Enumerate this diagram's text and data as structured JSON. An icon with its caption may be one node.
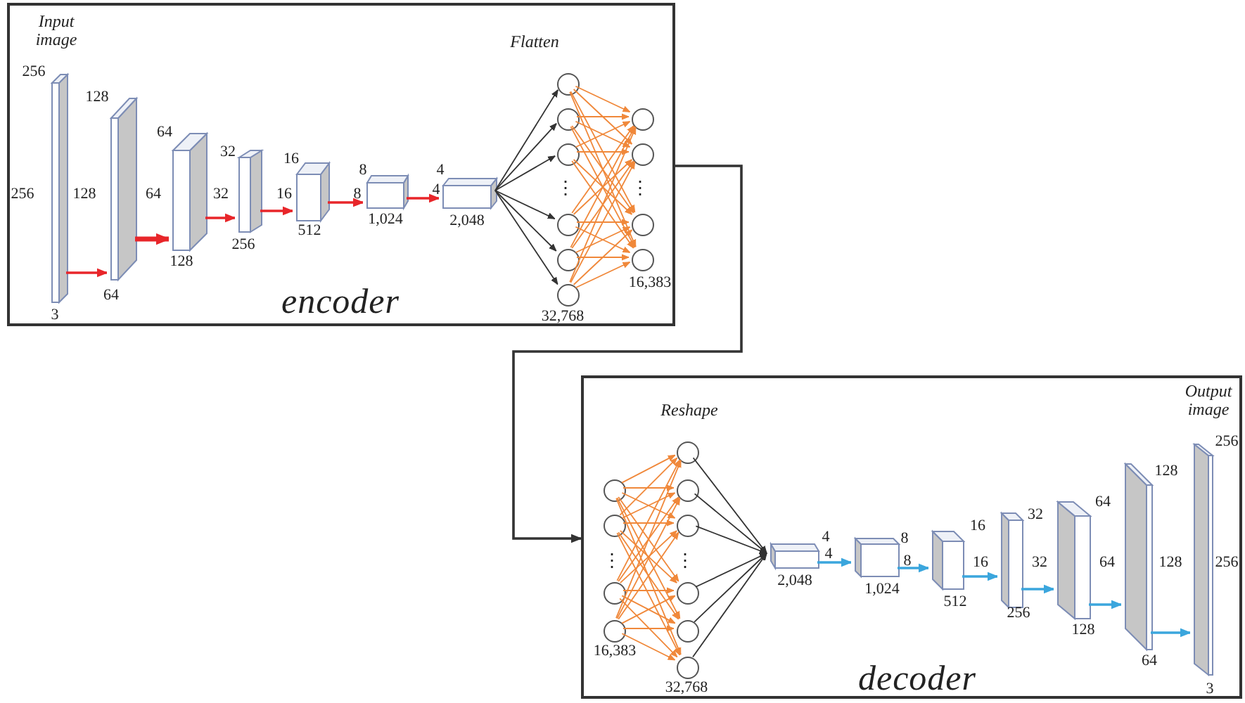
{
  "diagram": {
    "nodes": [
      {
        "text": [
          "encoder"
        ]
      },
      {
        "text": [
          "Input image"
        ],
        "in": 0,
        "beside": [
          "256",
          "256",
          "3"
        ]
      },
      {
        "text": [],
        "shape": "box",
        "in": 0,
        "beside": [
          "128",
          "128",
          "64"
        ]
      },
      {
        "text": [],
        "shape": "box",
        "in": 0,
        "beside": [
          "64",
          "64",
          "128"
        ]
      },
      {
        "text": [],
        "shape": "box",
        "in": 0,
        "beside": [
          "32",
          "32",
          "256"
        ]
      },
      {
        "text": [],
        "shape": "box",
        "in": 0,
        "beside": [
          "16",
          "16",
          "512"
        ]
      },
      {
        "text": [],
        "shape": "box",
        "in": 0,
        "beside": [
          "8",
          "8",
          "1,024"
        ]
      },
      {
        "text": [],
        "shape": "box",
        "in": 0,
        "beside": [
          "4",
          "4",
          "2,048"
        ]
      },
      {
        "text": [],
        "shape": "circle",
        "in": 0
      },
      {
        "text": [],
        "shape": "circle",
        "in": 0
      },
      {
        "text": [],
        "shape": "circle",
        "in": 0
      },
      {
        "text": [],
        "shape": "circle",
        "in": 0
      },
      {
        "text": [],
        "shape": "circle",
        "in": 0
      },
      {
        "text": [],
        "shape": "circle",
        "in": 0
      },
      {
        "text": [],
        "shape": "circle",
        "in": 0
      },
      {
        "text": [],
        "shape": "circle",
        "in": 0
      },
      {
        "text": [],
        "shape": "circle",
        "in": 0
      },
      {
        "text": [],
        "shape": "circle",
        "in": 0
      },
      {
        "text": [
          "decoder"
        ]
      },
      {
        "text": [],
        "shape": "circle",
        "in": 18
      },
      {
        "text": [],
        "shape": "circle",
        "in": 18
      },
      {
        "text": [],
        "shape": "circle",
        "in": 18
      },
      {
        "text": [],
        "shape": "circle",
        "in": 18
      },
      {
        "text": [],
        "shape": "circle",
        "in": 18
      },
      {
        "text": [],
        "shape": "circle",
        "in": 18
      },
      {
        "text": [],
        "shape": "circle",
        "in": 18
      },
      {
        "text": [],
        "shape": "circle",
        "in": 18
      },
      {
        "text": [],
        "shape": "circle",
        "in": 18
      },
      {
        "text": [],
        "shape": "circle",
        "in": 18
      },
      {
        "text": [],
        "shape": "box",
        "in": 18,
        "beside": [
          "4",
          "4",
          "2,048"
        ]
      },
      {
        "text": [],
        "shape": "box",
        "in": 18,
        "beside": [
          "8",
          "8",
          "1,024"
        ]
      },
      {
        "text": [],
        "shape": "box",
        "in": 18,
        "beside": [
          "16",
          "16",
          "512"
        ]
      },
      {
        "text": [],
        "shape": "box",
        "in": 18,
        "beside": [
          "32",
          "32",
          "256"
        ]
      },
      {
        "text": [],
        "shape": "box",
        "in": 18,
        "beside": [
          "64",
          "64",
          "128"
        ]
      },
      {
        "text": [],
        "shape": "box",
        "in": 18,
        "beside": [
          "128",
          "128",
          "64"
        ]
      },
      {
        "text": [
          "Output image"
        ],
        "in": 18,
        "beside": [
          "256",
          "256",
          "3"
        ]
      }
    ],
    "edges": [
      {
        "from": 1,
        "to": 2,
        "arrow": "to",
        "color": "#e8262a"
      },
      {
        "from": 2,
        "to": 3,
        "arrow": "to",
        "style": "thick",
        "color": "#e8262a"
      },
      {
        "from": 3,
        "to": 4,
        "arrow": "to",
        "color": "#e8262a"
      },
      {
        "from": 4,
        "to": 5,
        "arrow": "to",
        "color": "#e8262a"
      },
      {
        "from": 5,
        "to": 6,
        "arrow": "to",
        "color": "#e8262a"
      },
      {
        "from": 6,
        "to": 7,
        "arrow": "to",
        "color": "#e8262a"
      },
      {
        "from": 7,
        "to": 8,
        "arrow": "to",
        "color": "#333333"
      },
      {
        "from": 7,
        "to": 9,
        "arrow": "to",
        "color": "#333333"
      },
      {
        "from": 7,
        "to": 10,
        "arrow": "to",
        "color": "#333333"
      },
      {
        "from": 7,
        "to": 11,
        "arrow": "to",
        "color": "#333333"
      },
      {
        "from": 7,
        "to": 12,
        "arrow": "to",
        "color": "#333333"
      },
      {
        "from": 7,
        "to": 13,
        "arrow": "to",
        "color": "#333333"
      },
      {
        "from": 8,
        "to": 14,
        "arrow": "to"
      },
      {
        "from": 8,
        "to": 15,
        "arrow": "to"
      },
      {
        "from": 8,
        "to": 16,
        "arrow": "to"
      },
      {
        "from": 8,
        "to": 17,
        "arrow": "to"
      },
      {
        "from": 9,
        "to": 14,
        "arrow": "to"
      },
      {
        "from": 9,
        "to": 15,
        "arrow": "to"
      },
      {
        "from": 9,
        "to": 16,
        "arrow": "to"
      },
      {
        "from": 9,
        "to": 17,
        "arrow": "to"
      },
      {
        "from": 10,
        "to": 14,
        "arrow": "to"
      },
      {
        "from": 10,
        "to": 15,
        "arrow": "to"
      },
      {
        "from": 10,
        "to": 16,
        "arrow": "to"
      },
      {
        "from": 10,
        "to": 17,
        "arrow": "to"
      },
      {
        "from": 11,
        "to": 14,
        "arrow": "to"
      },
      {
        "from": 11,
        "to": 15,
        "arrow": "to"
      },
      {
        "from": 11,
        "to": 16,
        "arrow": "to"
      },
      {
        "from": 11,
        "to": 17,
        "arrow": "to"
      },
      {
        "from": 12,
        "to": 14,
        "arrow": "to"
      },
      {
        "from": 12,
        "to": 15,
        "arrow": "to"
      },
      {
        "from": 12,
        "to": 16,
        "arrow": "to"
      },
      {
        "from": 12,
        "to": 17,
        "arrow": "to"
      },
      {
        "from": 13,
        "to": 14,
        "arrow": "to"
      },
      {
        "from": 13,
        "to": 15,
        "arrow": "to"
      },
      {
        "from": 13,
        "to": 16,
        "arrow": "to"
      },
      {
        "from": 13,
        "to": 17,
        "arrow": "to"
      },
      {
        "from": 19,
        "to": 23,
        "arrow": "to"
      },
      {
        "from": 19,
        "to": 24,
        "arrow": "to"
      },
      {
        "from": 19,
        "to": 25,
        "arrow": "to"
      },
      {
        "from": 19,
        "to": 26,
        "arrow": "to"
      },
      {
        "from": 19,
        "to": 27,
        "arrow": "to"
      },
      {
        "from": 19,
        "to": 28,
        "arrow": "to"
      },
      {
        "from": 20,
        "to": 23,
        "arrow": "to"
      },
      {
        "from": 20,
        "to": 24,
        "arrow": "to"
      },
      {
        "from": 20,
        "to": 25,
        "arrow": "to"
      },
      {
        "from": 20,
        "to": 26,
        "arrow": "to"
      },
      {
        "from": 20,
        "to": 27,
        "arrow": "to"
      },
      {
        "from": 20,
        "to": 28,
        "arrow": "to"
      },
      {
        "from": 21,
        "to": 23,
        "arrow": "to"
      },
      {
        "from": 21,
        "to": 24,
        "arrow": "to"
      },
      {
        "from": 21,
        "to": 25,
        "arrow": "to"
      },
      {
        "from": 21,
        "to": 26,
        "arrow": "to"
      },
      {
        "from": 21,
        "to": 27,
        "arrow": "to"
      },
      {
        "from": 21,
        "to": 28,
        "arrow": "to"
      },
      {
        "from": 22,
        "to": 23,
        "arrow": "to"
      },
      {
        "from": 22,
        "to": 24,
        "arrow": "to"
      },
      {
        "from": 22,
        "to": 25,
        "arrow": "to"
      },
      {
        "from": 22,
        "to": 26,
        "arrow": "to"
      },
      {
        "from": 22,
        "to": 27,
        "arrow": "to"
      },
      {
        "from": 22,
        "to": 28,
        "arrow": "to"
      },
      {
        "from": 23,
        "to": 29,
        "arrow": "to",
        "color": "#333333"
      },
      {
        "from": 24,
        "to": 29,
        "arrow": "to",
        "color": "#333333"
      },
      {
        "from": 25,
        "to": 29,
        "arrow": "to",
        "color": "#333333"
      },
      {
        "from": 26,
        "to": 29,
        "arrow": "to",
        "color": "#333333"
      },
      {
        "from": 27,
        "to": 29,
        "arrow": "to",
        "color": "#333333"
      },
      {
        "from": 28,
        "to": 29,
        "arrow": "to",
        "color": "#333333"
      },
      {
        "from": 29,
        "to": 30,
        "arrow": "to",
        "color": "#3ba6dd"
      },
      {
        "from": 30,
        "to": 31,
        "arrow": "to",
        "color": "#3ba6dd"
      },
      {
        "from": 31,
        "to": 32,
        "arrow": "to",
        "color": "#3ba6dd"
      },
      {
        "from": 32,
        "to": 33,
        "arrow": "to",
        "color": "#3ba6dd"
      },
      {
        "from": 33,
        "to": 34,
        "arrow": "to",
        "color": "#3ba6dd"
      },
      {
        "from": 34,
        "to": 35,
        "arrow": "to",
        "color": "#3ba6dd"
      },
      {
        "from": 0,
        "to": 18,
        "arrow": "to",
        "color": "#333333"
      }
    ],
    "labels": [
      "Flatten",
      "⋮",
      "⋮",
      "32,768",
      "16,383",
      "Reshape",
      "⋮",
      "⋮",
      "16,383",
      "32,768"
    ]
  }
}
